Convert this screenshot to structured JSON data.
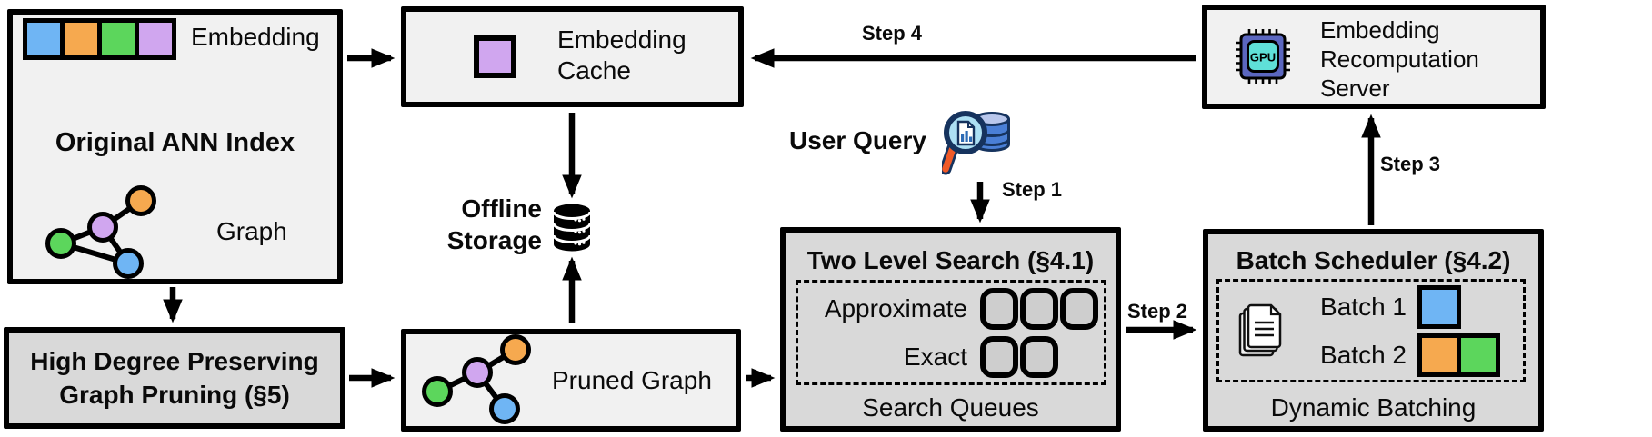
{
  "colors": {
    "blue": "#6fb5f4",
    "orange": "#f6a94f",
    "green": "#5cd65c",
    "purple": "#d0a6ef",
    "box-light": "#f1f1f1",
    "box-gray": "#d9d9d9",
    "queue-fill": "#cecece",
    "gpu-chip": "#5b67c0",
    "gpu-core": "#5fe0d8",
    "query-db": "#4a7fd6",
    "query-db-top": "#b9c7ec",
    "query-outline": "#16335e",
    "query-lens": "#ade0f4",
    "query-handle": "#f05a28",
    "doc-bar": "#2e6cb5"
  },
  "boxes": {
    "original_ann_index": {
      "title": "Original ANN Index",
      "embedding_label": "Embedding",
      "graph_label": "Graph",
      "embedding_cells": [
        "blue",
        "orange",
        "green",
        "purple"
      ],
      "graph_nodes": [
        "orange",
        "purple",
        "green",
        "blue"
      ]
    },
    "embedding_cache": {
      "label_lines": [
        "Embedding",
        "Cache"
      ],
      "cell": "purple"
    },
    "recomputation_server": {
      "label_lines": [
        "Embedding",
        "Recomputation",
        "Server"
      ],
      "chip_text": "GPU"
    },
    "offline_storage": {
      "label_lines": [
        "Offline",
        "Storage"
      ]
    },
    "high_degree_pruning": {
      "label_lines": [
        "High Degree Preserving",
        "Graph Pruning (§5)"
      ]
    },
    "pruned_graph": {
      "label": "Pruned Graph",
      "graph_nodes": [
        "orange",
        "purple",
        "green",
        "blue"
      ]
    },
    "user_query": {
      "label": "User Query"
    },
    "two_level_search": {
      "title": "Two Level Search (§4.1)",
      "rows": [
        {
          "label": "Approximate",
          "queues": 3
        },
        {
          "label": "Exact",
          "queues": 2
        }
      ],
      "caption": "Search Queues"
    },
    "batch_scheduler": {
      "title": "Batch Scheduler (§4.2)",
      "batches": [
        {
          "label": "Batch 1",
          "cells": [
            "blue"
          ]
        },
        {
          "label": "Batch 2",
          "cells": [
            "orange",
            "green"
          ]
        }
      ],
      "caption": "Dynamic Batching"
    }
  },
  "steps": {
    "step1": "Step 1",
    "step2": "Step 2",
    "step3": "Step 3",
    "step4": "Step 4"
  }
}
